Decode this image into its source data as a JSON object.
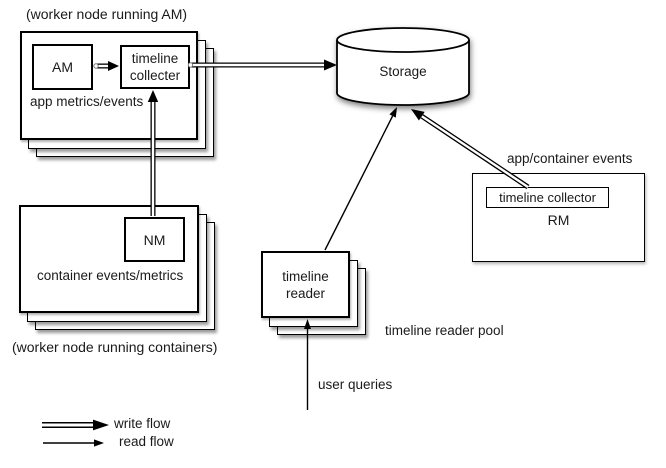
{
  "worker_am": {
    "caption": "(worker node running AM)",
    "am": "AM",
    "collector": "timeline collecter",
    "label": "app metrics/events"
  },
  "worker_nm": {
    "nm": "NM",
    "label": "container events/metrics",
    "caption": "(worker node running containers)"
  },
  "storage": {
    "label": "Storage"
  },
  "rm": {
    "events_label": "app/container events",
    "collector": "timeline collector",
    "label": "RM"
  },
  "reader": {
    "box": "timeline reader",
    "pool_label": "timeline reader pool",
    "queries_label": "user queries"
  },
  "legend": {
    "write": "write flow",
    "read": "read flow"
  },
  "colors": {
    "stroke": "#000000",
    "text": "#1a1a1a",
    "background": "#ffffff"
  }
}
